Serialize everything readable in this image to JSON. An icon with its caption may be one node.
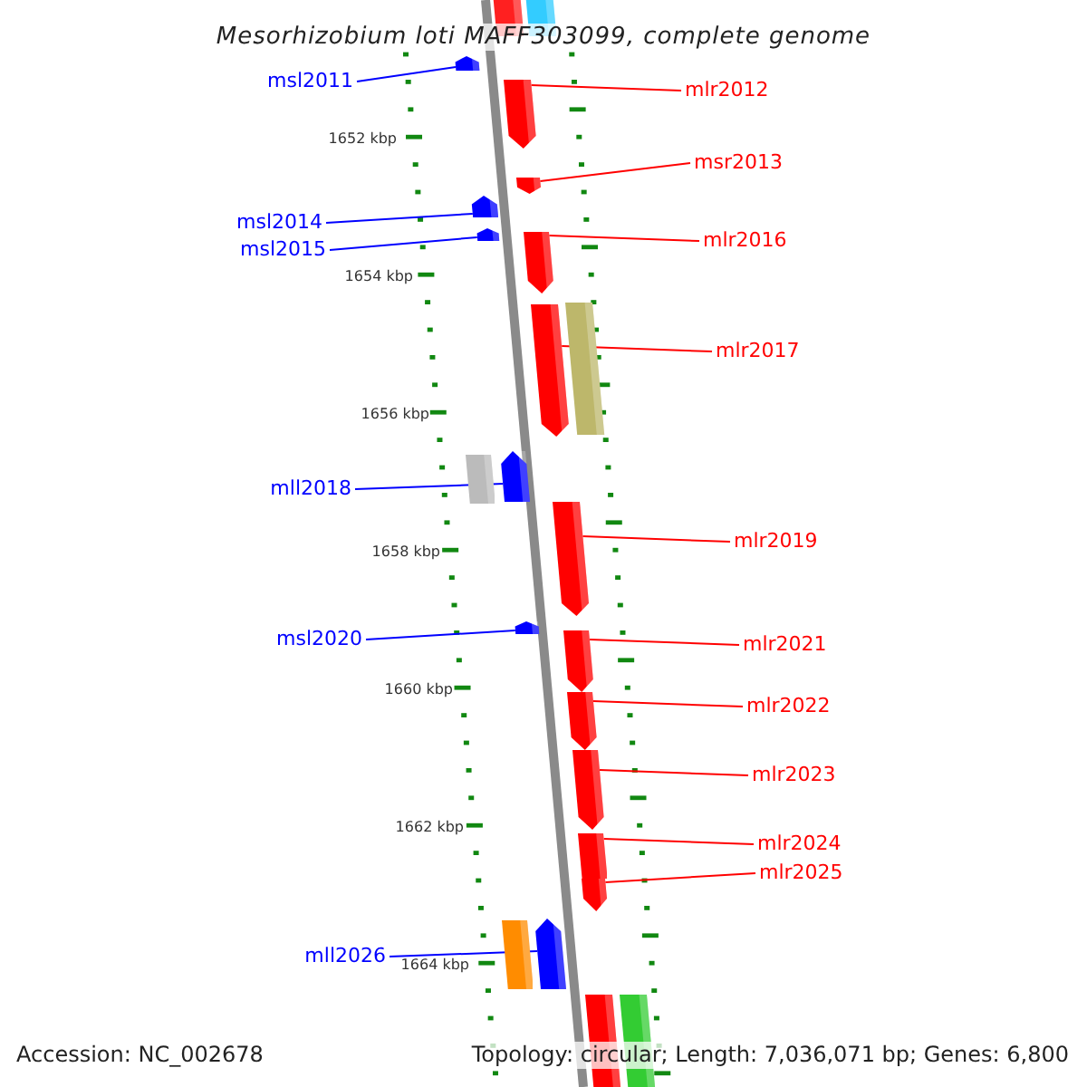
{
  "diagram": {
    "title": "Mesorhizobium loti MAFF303099, complete genome",
    "nodes": [
      {
        "text": [],
        "shape": "bar"
      },
      {
        "text": [],
        "shape": "bar"
      },
      {
        "text": [
          "msl2011"
        ]
      },
      {
        "text": [],
        "shape": "arrow"
      },
      {
        "text": [
          "mlr2012"
        ]
      },
      {
        "text": [],
        "shape": "arrow"
      },
      {
        "text": [
          "msr2013"
        ]
      },
      {
        "text": [],
        "shape": "arrow"
      },
      {
        "text": [
          "msl2014"
        ]
      },
      {
        "text": [],
        "shape": "arrow"
      },
      {
        "text": [
          "msl2015"
        ]
      },
      {
        "text": [],
        "shape": "arrow"
      },
      {
        "text": [
          "mlr2016"
        ]
      },
      {
        "text": [],
        "shape": "arrow"
      },
      {
        "text": [
          "mlr2017"
        ]
      },
      {
        "text": [],
        "shape": "arrow"
      },
      {
        "text": [],
        "shape": "bar"
      },
      {
        "text": [
          "mll2018"
        ]
      },
      {
        "text": [],
        "shape": "bar"
      },
      {
        "text": [],
        "shape": "arrow"
      },
      {
        "text": [
          "mlr2019"
        ]
      },
      {
        "text": [],
        "shape": "arrow"
      },
      {
        "text": [
          "msl2020"
        ]
      },
      {
        "text": [],
        "shape": "arrow"
      },
      {
        "text": [
          "mlr2021"
        ]
      },
      {
        "text": [],
        "shape": "arrow"
      },
      {
        "text": [
          "mlr2022"
        ]
      },
      {
        "text": [],
        "shape": "arrow"
      },
      {
        "text": [
          "mlr2023"
        ]
      },
      {
        "text": [],
        "shape": "arrow"
      },
      {
        "text": [
          "mlr2024"
        ]
      },
      {
        "text": [],
        "shape": "bar"
      },
      {
        "text": [
          "mlr2025"
        ]
      },
      {
        "text": [],
        "shape": "arrow"
      },
      {
        "text": [
          "mll2026"
        ]
      },
      {
        "text": [],
        "shape": "bar"
      },
      {
        "text": [],
        "shape": "arrow"
      },
      {
        "text": [],
        "shape": "bar"
      },
      {
        "text": [],
        "shape": "bar"
      }
    ],
    "edges": [
      {
        "from": 2,
        "to": 3,
        "arrow": "none",
        "color": "#0000ff"
      },
      {
        "from": 4,
        "to": 5,
        "arrow": "none"
      },
      {
        "from": 6,
        "to": 7,
        "arrow": "none"
      },
      {
        "from": 8,
        "to": 9,
        "arrow": "none",
        "color": "#0000ff"
      },
      {
        "from": 10,
        "to": 11,
        "arrow": "none",
        "color": "#0000ff"
      },
      {
        "from": 12,
        "to": 13,
        "arrow": "none"
      },
      {
        "from": 14,
        "to": 15,
        "arrow": "none"
      },
      {
        "from": 17,
        "to": 19,
        "arrow": "none",
        "color": "#0000ff"
      },
      {
        "from": 20,
        "to": 21,
        "arrow": "none"
      },
      {
        "from": 22,
        "to": 23,
        "arrow": "none",
        "color": "#0000ff"
      },
      {
        "from": 24,
        "to": 25,
        "arrow": "none"
      },
      {
        "from": 26,
        "to": 27,
        "arrow": "none"
      },
      {
        "from": 28,
        "to": 29,
        "arrow": "none"
      },
      {
        "from": 30,
        "to": 31,
        "arrow": "none"
      },
      {
        "from": 32,
        "to": 33,
        "arrow": "none"
      },
      {
        "from": 34,
        "to": 36,
        "arrow": "none",
        "color": "#0000ff"
      }
    ],
    "labels": [
      "1652 kbp",
      "1654 kbp",
      "1656 kbp",
      "1658 kbp",
      "1660 kbp",
      "1662 kbp",
      "1664 kbp",
      "Accession: NC_002678",
      "Topology: circular; Length: 7,036,071 bp; Genes: 6,800"
    ]
  }
}
